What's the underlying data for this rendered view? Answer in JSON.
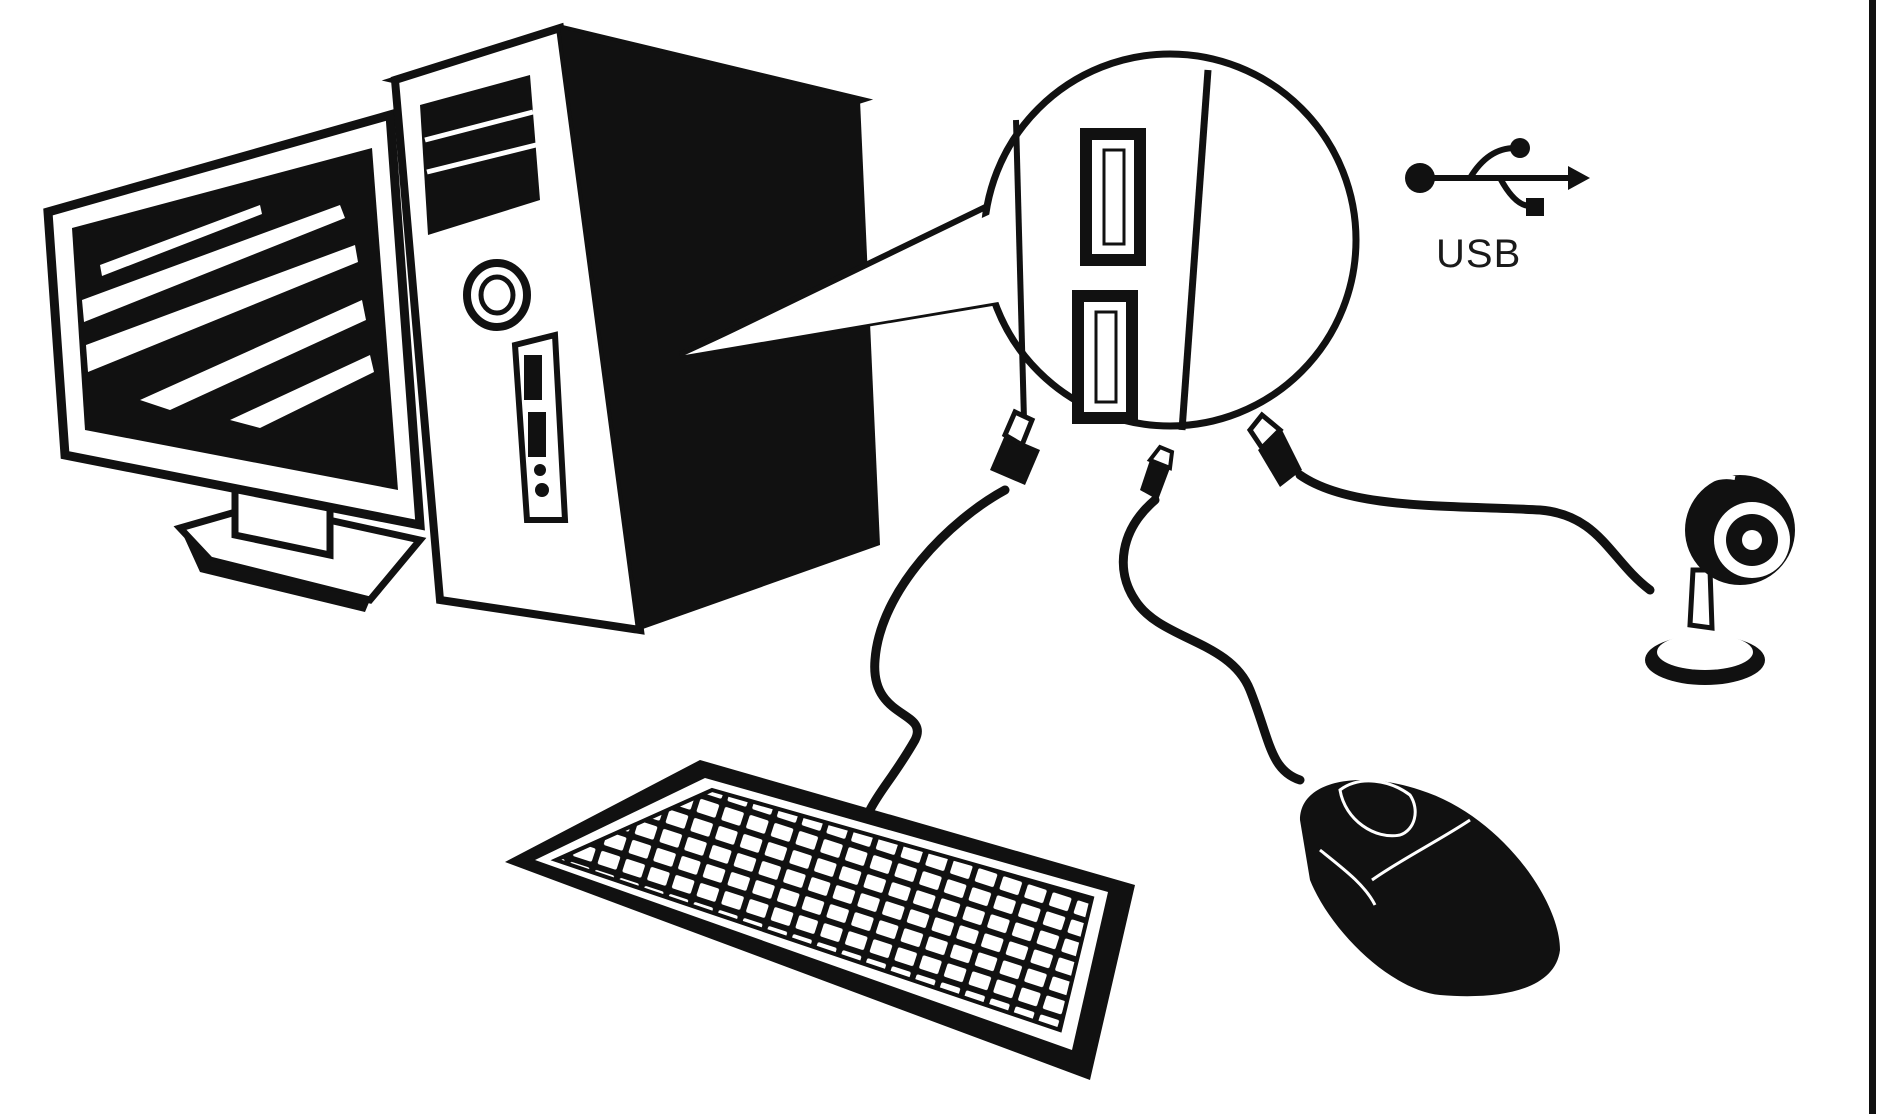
{
  "usb_logo": {
    "label": "USB",
    "icon": "usb-trident-icon"
  },
  "colors": {
    "ink": "#111111",
    "paper": "#ffffff"
  },
  "items": [
    "monitor",
    "computer-tower",
    "usb-port-magnifier",
    "keyboard",
    "mouse",
    "webcam"
  ]
}
